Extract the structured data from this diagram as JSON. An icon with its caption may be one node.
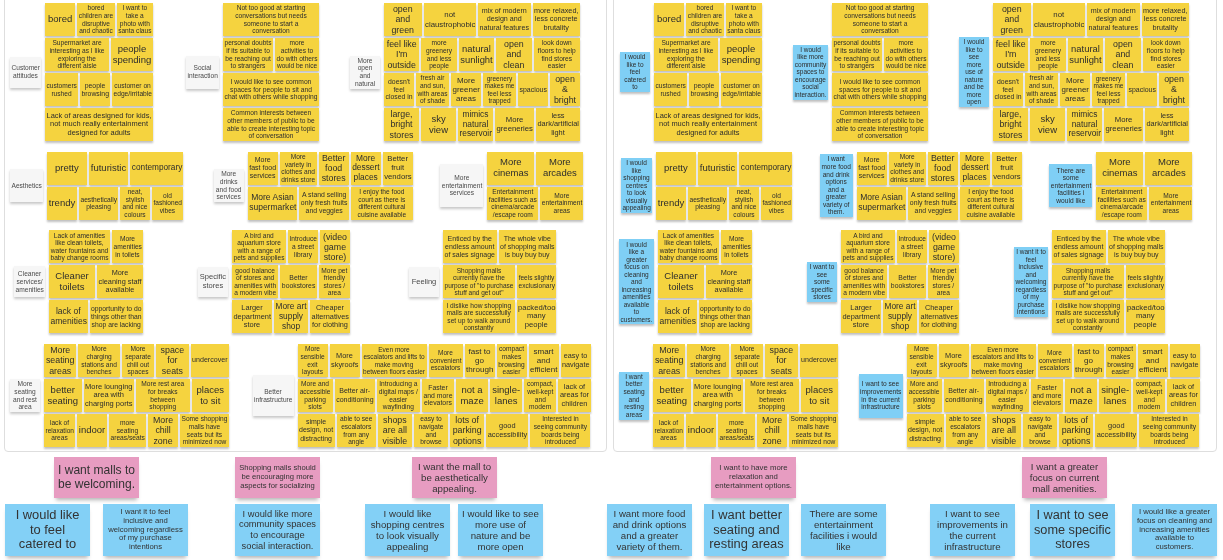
{
  "diagram": {
    "nodes": [
      {
        "text": [
          "Customer attitudes"
        ]
      },
      {
        "text": [
          "bored"
        ]
      },
      {
        "text": [
          "bored children are disruptive and chaotic"
        ]
      },
      {
        "text": [
          "I want to take a photo with santa claus"
        ]
      },
      {
        "text": [
          "Supermarket are interesting as I like exploring the different aisle"
        ]
      },
      {
        "text": [
          "people spending"
        ]
      },
      {
        "text": [
          "customers rushed"
        ]
      },
      {
        "text": [
          "people browsing"
        ]
      },
      {
        "text": [
          "customer on edge/irritable"
        ]
      },
      {
        "text": [
          "Lack of areas designed for kids, not much really entertainment designed for adults"
        ]
      },
      {
        "text": [
          "Social interaction"
        ]
      },
      {
        "text": [
          "Not too good at starting conversations but needs someone to start a conversation"
        ]
      },
      {
        "text": [
          "personal doubts if its suitable to be reaching out to strangers"
        ]
      },
      {
        "text": [
          "more activities to do with others would be nice"
        ]
      },
      {
        "text": [
          "I would like to see common spaces for people to sit and chat with others while shopping"
        ]
      },
      {
        "text": [
          "Common interests between other members of public to be able to create interesting topic of conversation"
        ]
      },
      {
        "text": [
          "More open and natural"
        ]
      },
      {
        "text": [
          "open and green"
        ]
      },
      {
        "text": [
          "not claustrophobic"
        ]
      },
      {
        "text": [
          "mix of modern design and natural features"
        ]
      },
      {
        "text": [
          "more relaxed, less concrete brutality"
        ]
      },
      {
        "text": [
          "feel like I'm outside"
        ]
      },
      {
        "text": [
          "more greenery and less people"
        ]
      },
      {
        "text": [
          "natural sunlight"
        ]
      },
      {
        "text": [
          "open and clean"
        ]
      },
      {
        "text": [
          "look down floors to help find stores easier"
        ]
      },
      {
        "text": [
          "doesn't feel closed in"
        ]
      },
      {
        "text": [
          "fresh air and sun, with areas of shade"
        ]
      },
      {
        "text": [
          "More greener areas"
        ]
      },
      {
        "text": [
          "greenery makes me feel less trapped"
        ]
      },
      {
        "text": [
          "spacious"
        ]
      },
      {
        "text": [
          "open & bright"
        ]
      },
      {
        "text": [
          "large, bright stores"
        ]
      },
      {
        "text": [
          "sky view"
        ]
      },
      {
        "text": [
          "mimics natural reservoir"
        ]
      },
      {
        "text": [
          "More greeneries"
        ]
      },
      {
        "text": [
          "less dark/artificial light"
        ]
      },
      {
        "text": [
          "Aesthetics"
        ]
      },
      {
        "text": [
          "pretty"
        ]
      },
      {
        "text": [
          "futuristic"
        ]
      },
      {
        "text": [
          "contemporary"
        ]
      },
      {
        "text": [
          "trendy"
        ]
      },
      {
        "text": [
          "aesthetically pleasing"
        ]
      },
      {
        "text": [
          "neat, stylish and nice colours"
        ]
      },
      {
        "text": [
          "old fashioned vibes"
        ]
      },
      {
        "text": [
          "More drinks and food services"
        ]
      },
      {
        "text": [
          "More fast food services"
        ]
      },
      {
        "text": [
          "More variety in clothes and drinks store"
        ]
      },
      {
        "text": [
          "Better food stores"
        ]
      },
      {
        "text": [
          "More dessert places"
        ]
      },
      {
        "text": [
          "Better fruit vendors"
        ]
      },
      {
        "text": [
          "More Asian supermarket"
        ]
      },
      {
        "text": [
          "A stand selling only fresh fruits and veggies"
        ]
      },
      {
        "text": [
          "I enjoy the food court as there is different cultural cuisine available"
        ]
      },
      {
        "text": [
          "More entertainment services"
        ]
      },
      {
        "text": [
          "More cinemas"
        ]
      },
      {
        "text": [
          "More arcades"
        ]
      },
      {
        "text": [
          "Entertainment facilities such as cinema/arcade /escape room"
        ]
      },
      {
        "text": [
          "More entertainment areas"
        ]
      },
      {
        "text": [
          "Cleaner services/ amenities"
        ]
      },
      {
        "text": [
          "Lack of amenities like clean toilets, water fountains and baby change rooms"
        ]
      },
      {
        "text": [
          "More amenities in toilets"
        ]
      },
      {
        "text": [
          "Cleaner toilets"
        ]
      },
      {
        "text": [
          "More cleaning staff available"
        ]
      },
      {
        "text": [
          "lack of amenities"
        ]
      },
      {
        "text": [
          "opportunity to do things other than shop are lacking"
        ]
      },
      {
        "text": [
          "Specific stores"
        ]
      },
      {
        "text": [
          "A bird and aquarium store with a range of pets and supplies"
        ]
      },
      {
        "text": [
          "Introduce a street library"
        ]
      },
      {
        "text": [
          "(video game store)"
        ]
      },
      {
        "text": [
          "good balance of stores and amenities with a modern vibe"
        ]
      },
      {
        "text": [
          "Better bookstores"
        ]
      },
      {
        "text": [
          "More pet friendly stores / area"
        ]
      },
      {
        "text": [
          "Larger department store"
        ]
      },
      {
        "text": [
          "More art supply shop"
        ]
      },
      {
        "text": [
          "Cheaper alternatives for clothing"
        ]
      },
      {
        "text": [
          "Feeling"
        ]
      },
      {
        "text": [
          "Enticed by the endless amount of sales signage"
        ]
      },
      {
        "text": [
          "The whole vibe of shopping malls is buy buy buy"
        ]
      },
      {
        "text": [
          "Shopping malls currently have the purpose of \"to purchase stuff and get out\""
        ]
      },
      {
        "text": [
          "feels slightly exclusionary"
        ]
      },
      {
        "text": [
          "I dislike how shopping malls are successfully set up to walk around constantly"
        ]
      },
      {
        "text": [
          "packed/too many people"
        ]
      },
      {
        "text": [
          "More seating and rest area"
        ]
      },
      {
        "text": [
          "More seating areas"
        ]
      },
      {
        "text": [
          "More charging stations and benches"
        ]
      },
      {
        "text": [
          "More separate chill out spaces"
        ]
      },
      {
        "text": [
          "space for seats"
        ]
      },
      {
        "text": [
          "undercover"
        ]
      },
      {
        "text": [
          "better seating"
        ]
      },
      {
        "text": [
          "More lounging area with charging ports"
        ]
      },
      {
        "text": [
          "More rest area for breaks between shopping"
        ]
      },
      {
        "text": [
          "places to sit"
        ]
      },
      {
        "text": [
          "lack of relaxation areas"
        ]
      },
      {
        "text": [
          "indoor"
        ]
      },
      {
        "text": [
          "more seating areas/seats"
        ]
      },
      {
        "text": [
          "More chill zone"
        ]
      },
      {
        "text": [
          "Some shopping malls have seats but its minimized now"
        ]
      },
      {
        "text": [
          "Better infrastructure"
        ]
      },
      {
        "text": [
          "More sensible exit layouts"
        ]
      },
      {
        "text": [
          "More skyroofs"
        ]
      },
      {
        "text": [
          "Even more escalators and lifts to make moving between floors easier"
        ]
      },
      {
        "text": [
          "More convenient escalators"
        ]
      },
      {
        "text": [
          "fast to go through"
        ]
      },
      {
        "text": [
          "compact makes browsing easier"
        ]
      },
      {
        "text": [
          "smart and efficient"
        ]
      },
      {
        "text": [
          "easy to navigate"
        ]
      },
      {
        "text": [
          "More and accessible parking slots"
        ]
      },
      {
        "text": [
          "Better air-conditioning"
        ]
      },
      {
        "text": [
          "Introducing a digital maps / easier wayfinding"
        ]
      },
      {
        "text": [
          "Faster and more elevators"
        ]
      },
      {
        "text": [
          "not a maze"
        ]
      },
      {
        "text": [
          "single-lanes"
        ]
      },
      {
        "text": [
          "compact, well-kept and modern"
        ]
      },
      {
        "text": [
          "lack of areas for children"
        ]
      },
      {
        "text": [
          "simple design, not distracting"
        ]
      },
      {
        "text": [
          "able to see escalators from any angle"
        ]
      },
      {
        "text": [
          "shops are all visible"
        ]
      },
      {
        "text": [
          "easy to navigate and browse"
        ]
      },
      {
        "text": [
          "lots of parking options"
        ]
      },
      {
        "text": [
          "good accessibility"
        ]
      },
      {
        "text": [
          "Interested in seeing community boards being introduced"
        ]
      },
      {
        "text": [
          "I would like to feel catered to"
        ]
      },
      {
        "text": [
          "bored"
        ]
      },
      {
        "text": [
          "bored children are disruptive and chaotic"
        ]
      },
      {
        "text": [
          "I want to take a photo with santa claus"
        ]
      },
      {
        "text": [
          "Supermarket are interesting as I like exploring the different aisle"
        ]
      },
      {
        "text": [
          "people spending"
        ]
      },
      {
        "text": [
          "customers rushed"
        ]
      },
      {
        "text": [
          "people browsing"
        ]
      },
      {
        "text": [
          "customer on edge/irritable"
        ]
      },
      {
        "text": [
          "Lack of areas designed for kids, not much really entertainment designed for adults"
        ]
      },
      {
        "text": [
          "I would like more community spaces to encourage social interaction."
        ]
      },
      {
        "text": [
          "Not too good at starting conversations but needs someone to start a conversation"
        ]
      },
      {
        "text": [
          "personal doubts if its suitable to be reaching out to strangers"
        ]
      },
      {
        "text": [
          "more activities to do with others would be nice"
        ]
      },
      {
        "text": [
          "I would like to see common spaces for people to sit and chat with others while shopping"
        ]
      },
      {
        "text": [
          "Common interests between other members of public to be able to create interesting topic of conversation"
        ]
      },
      {
        "text": [
          "I would like to see more use of nature and be more open"
        ]
      },
      {
        "text": [
          "open and green"
        ]
      },
      {
        "text": [
          "not claustrophobic"
        ]
      },
      {
        "text": [
          "mix of modern design and natural features"
        ]
      },
      {
        "text": [
          "more relaxed, less concrete brutality"
        ]
      },
      {
        "text": [
          "feel like I'm outside"
        ]
      },
      {
        "text": [
          "more greenery and less people"
        ]
      },
      {
        "text": [
          "natural sunlight"
        ]
      },
      {
        "text": [
          "open and clean"
        ]
      },
      {
        "text": [
          "look down floors to help find stores easier"
        ]
      },
      {
        "text": [
          "doesn't feel closed in"
        ]
      },
      {
        "text": [
          "fresh air and sun, with areas of shade"
        ]
      },
      {
        "text": [
          "More greener areas"
        ]
      },
      {
        "text": [
          "greenery makes me feel less trapped"
        ]
      },
      {
        "text": [
          "spacious"
        ]
      },
      {
        "text": [
          "open & bright"
        ]
      },
      {
        "text": [
          "large, bright stores"
        ]
      },
      {
        "text": [
          "sky view"
        ]
      },
      {
        "text": [
          "mimics natural reservoir"
        ]
      },
      {
        "text": [
          "More greeneries"
        ]
      },
      {
        "text": [
          "less dark/artificial light"
        ]
      },
      {
        "text": [
          "I would like shopping centres to look visually appealing"
        ]
      },
      {
        "text": [
          "pretty"
        ]
      },
      {
        "text": [
          "futuristic"
        ]
      },
      {
        "text": [
          "contemporary"
        ]
      },
      {
        "text": [
          "trendy"
        ]
      },
      {
        "text": [
          "aesthetically pleasing"
        ]
      },
      {
        "text": [
          "neat, stylish and nice colours"
        ]
      },
      {
        "text": [
          "old fashioned vibes"
        ]
      },
      {
        "text": [
          "I want more food and drink options and a greater variety of them."
        ]
      },
      {
        "text": [
          "More fast food services"
        ]
      },
      {
        "text": [
          "More variety in clothes and drinks store"
        ]
      },
      {
        "text": [
          "Better food stores"
        ]
      },
      {
        "text": [
          "More dessert places"
        ]
      },
      {
        "text": [
          "Better fruit vendors"
        ]
      },
      {
        "text": [
          "More Asian supermarket"
        ]
      },
      {
        "text": [
          "A stand selling only fresh fruits and veggies"
        ]
      },
      {
        "text": [
          "I enjoy the food court as there is different cultural cuisine available"
        ]
      },
      {
        "text": [
          "There are some entertainment facilities i would like"
        ]
      },
      {
        "text": [
          "More cinemas"
        ]
      },
      {
        "text": [
          "More arcades"
        ]
      },
      {
        "text": [
          "Entertainment facilities such as cinema/arcade /escape room"
        ]
      },
      {
        "text": [
          "More entertainment areas"
        ]
      },
      {
        "text": [
          "I would like a greater focus on cleaning and increasing amenities available to customers."
        ]
      },
      {
        "text": [
          "Lack of amenities like clean toilets, water fountains and baby change rooms"
        ]
      },
      {
        "text": [
          "More amenities in toilets"
        ]
      },
      {
        "text": [
          "Cleaner toilets"
        ]
      },
      {
        "text": [
          "More cleaning staff available"
        ]
      },
      {
        "text": [
          "lack of amenities"
        ]
      },
      {
        "text": [
          "opportunity to do things other than shop are lacking"
        ]
      },
      {
        "text": [
          "I want to see some specific stores"
        ]
      },
      {
        "text": [
          "A bird and aquarium store with a range of pets and supplies"
        ]
      },
      {
        "text": [
          "Introduce a street library"
        ]
      },
      {
        "text": [
          "(video game store)"
        ]
      },
      {
        "text": [
          "good balance of stores and amenities with a modern vibe"
        ]
      },
      {
        "text": [
          "Better bookstores"
        ]
      },
      {
        "text": [
          "More pet friendly stores / area"
        ]
      },
      {
        "text": [
          "Larger department store"
        ]
      },
      {
        "text": [
          "More art supply shop"
        ]
      },
      {
        "text": [
          "Cheaper alternatives for clothing"
        ]
      },
      {
        "text": [
          "I want it to feel inclusive and welcoming regardless of my purchase intentions"
        ]
      },
      {
        "text": [
          "Enticed by the endless amount of sales signage"
        ]
      },
      {
        "text": [
          "The whole vibe of shopping malls is buy buy buy"
        ]
      },
      {
        "text": [
          "Shopping malls currently have the purpose of \"to purchase stuff and get out\""
        ]
      },
      {
        "text": [
          "feels slightly exclusionary"
        ]
      },
      {
        "text": [
          "I dislike how shopping malls are successfully set up to walk around constantly"
        ]
      },
      {
        "text": [
          "packed/too many people"
        ]
      },
      {
        "text": [
          "I want better seating and resting areas"
        ]
      },
      {
        "text": [
          "More seating areas"
        ]
      },
      {
        "text": [
          "More charging stations and benches"
        ]
      },
      {
        "text": [
          "More separate chill out spaces"
        ]
      },
      {
        "text": [
          "space for seats"
        ]
      },
      {
        "text": [
          "undercover"
        ]
      },
      {
        "text": [
          "better seating"
        ]
      },
      {
        "text": [
          "More lounging area with charging ports"
        ]
      },
      {
        "text": [
          "More rest area for breaks between shopping"
        ]
      },
      {
        "text": [
          "places to sit"
        ]
      },
      {
        "text": [
          "lack of relaxation areas"
        ]
      },
      {
        "text": [
          "indoor"
        ]
      },
      {
        "text": [
          "more seating areas/seats"
        ]
      },
      {
        "text": [
          "More chill zone"
        ]
      },
      {
        "text": [
          "Some shopping malls have seats but its minimized now"
        ]
      },
      {
        "text": [
          "I want to see improvements in the current infrastructure"
        ]
      },
      {
        "text": [
          "More sensible exit layouts"
        ]
      },
      {
        "text": [
          "More skyroofs"
        ]
      },
      {
        "text": [
          "Even more escalators and lifts to make moving between floors easier"
        ]
      },
      {
        "text": [
          "More convenient escalators"
        ]
      },
      {
        "text": [
          "fast to go through"
        ]
      },
      {
        "text": [
          "compact makes browsing easier"
        ]
      },
      {
        "text": [
          "smart and efficient"
        ]
      },
      {
        "text": [
          "easy to navigate"
        ]
      },
      {
        "text": [
          "More and accessible parking slots"
        ]
      },
      {
        "text": [
          "Better air-conditioning"
        ]
      },
      {
        "text": [
          "Introducing a digital maps / easier wayfinding"
        ]
      },
      {
        "text": [
          "Faster and more elevators"
        ]
      },
      {
        "text": [
          "not a maze"
        ]
      },
      {
        "text": [
          "single-lanes"
        ]
      },
      {
        "text": [
          "compact, well-kept and modern"
        ]
      },
      {
        "text": [
          "lack of areas for children"
        ]
      },
      {
        "text": [
          "simple design, not distracting"
        ]
      },
      {
        "text": [
          "able to see escalators from any angle"
        ]
      },
      {
        "text": [
          "shops are all visible"
        ]
      },
      {
        "text": [
          "easy to navigate and browse"
        ]
      },
      {
        "text": [
          "lots of parking options"
        ]
      },
      {
        "text": [
          "good accessibility"
        ]
      },
      {
        "text": [
          "Interested in seeing community boards being introduced"
        ]
      },
      {
        "text": [
          "I want malls to be welcoming."
        ]
      },
      {
        "text": [
          "Shopping malls should be encouraging more aspects for socializing"
        ]
      },
      {
        "text": [
          "I want the mall to be aesthetically appealing."
        ]
      },
      {
        "text": [
          "I want to have more relaxation and entertainment options."
        ]
      },
      {
        "text": [
          "I want a greater focus on current mall amenities."
        ]
      },
      {
        "text": [
          "I would like to feel catered to"
        ]
      },
      {
        "text": [
          "I want it to feel inclusive and welcoming regardless of my purchase intentions"
        ]
      },
      {
        "text": [
          "I would like more community spaces to encourage social interaction."
        ]
      },
      {
        "text": [
          "I would like shopping centres to look visually appealing"
        ]
      },
      {
        "text": [
          "I would like to see more use of nature and be more open"
        ]
      },
      {
        "text": [
          "I want more food and drink options and a greater variety of them."
        ]
      },
      {
        "text": [
          "I want better seating and resting areas"
        ]
      },
      {
        "text": [
          "There are some entertainment facilities i would like"
        ]
      },
      {
        "text": [
          "I want to see improvements in the current infrastructure"
        ]
      },
      {
        "text": [
          "I want to see some specific stores"
        ]
      },
      {
        "text": [
          "I would like a greater focus on cleaning and increasing amenities available to customers."
        ]
      }
    ]
  }
}
